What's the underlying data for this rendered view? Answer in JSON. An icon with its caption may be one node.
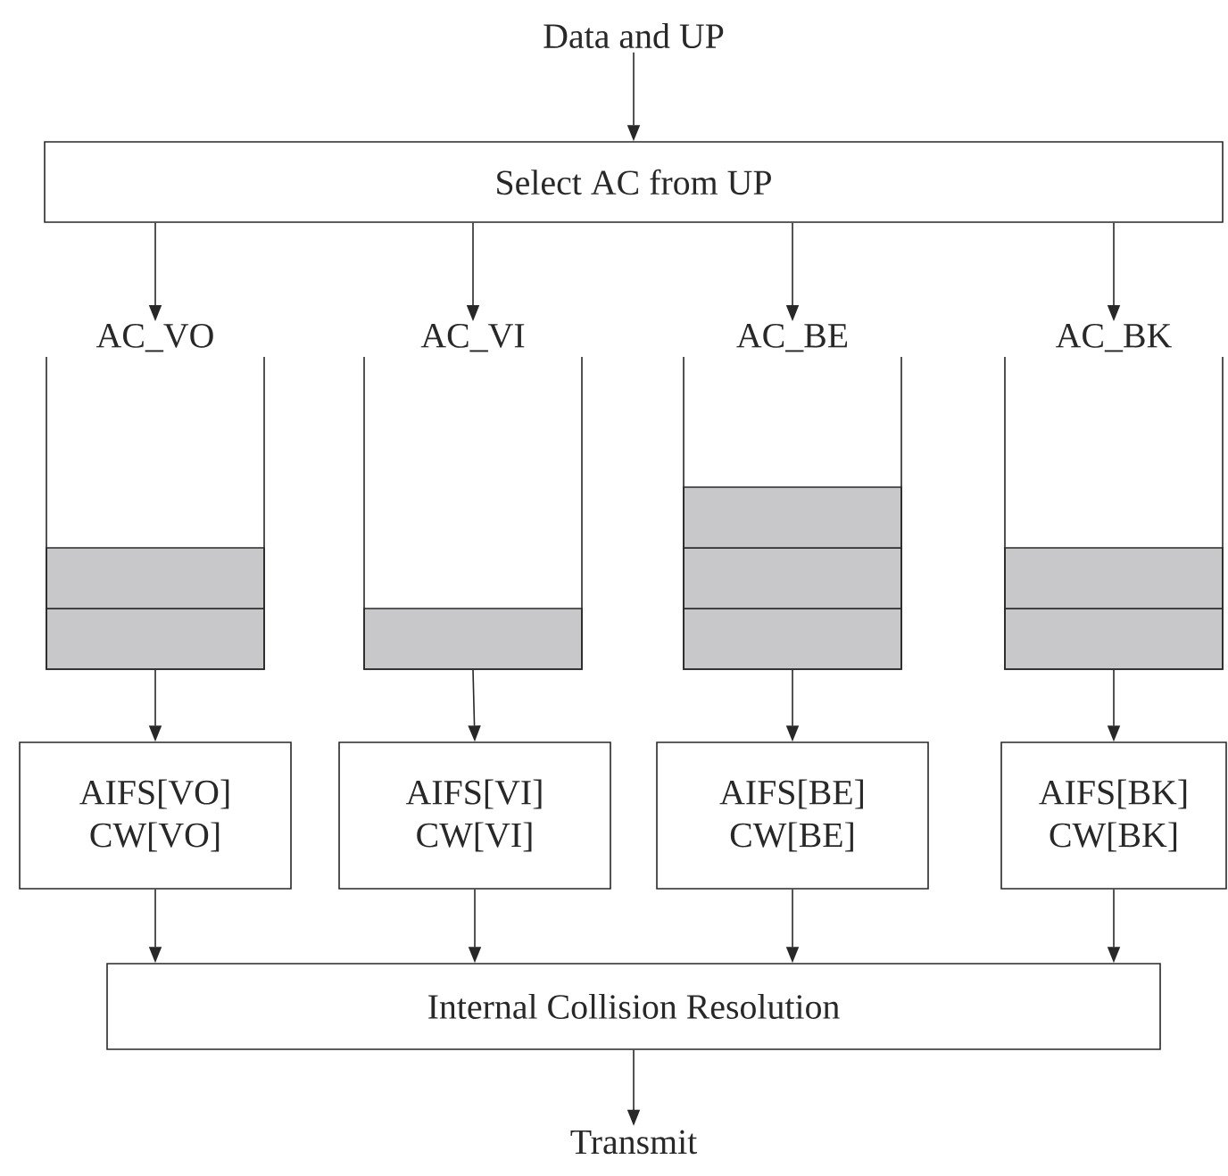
{
  "diagram": {
    "nodes": [
      {
        "text": [
          "Data and UP"
        ]
      },
      {
        "text": [
          "Select AC from UP"
        ]
      },
      {
        "text": [
          "AC_VO"
        ]
      },
      {
        "text": [
          "AC_VI"
        ]
      },
      {
        "text": [
          "AC_BE"
        ]
      },
      {
        "text": [
          "AC_BK"
        ]
      },
      {
        "text": [
          "AIFS[VO]",
          "CW[VO]"
        ]
      },
      {
        "text": [
          "AIFS[VI]",
          "CW[VI]"
        ]
      },
      {
        "text": [
          "AIFS[BE]",
          "CW[BE]"
        ]
      },
      {
        "text": [
          "AIFS[BK]",
          "CW[BK]"
        ]
      },
      {
        "text": [
          "Internal Collision Resolution"
        ]
      },
      {
        "text": [
          "Transmit"
        ]
      }
    ],
    "edges": [
      {
        "from": 0,
        "to": 1,
        "arrow": "to"
      },
      {
        "from": 1,
        "to": 2,
        "arrow": "to"
      },
      {
        "from": 1,
        "to": 3,
        "arrow": "to"
      },
      {
        "from": 1,
        "to": 4,
        "arrow": "to"
      },
      {
        "from": 1,
        "to": 5,
        "arrow": "to"
      },
      {
        "from": 2,
        "to": 6,
        "arrow": "to"
      },
      {
        "from": 3,
        "to": 7,
        "arrow": "to"
      },
      {
        "from": 4,
        "to": 8,
        "arrow": "to"
      },
      {
        "from": 5,
        "to": 9,
        "arrow": "to"
      },
      {
        "from": 6,
        "to": 10,
        "arrow": "to"
      },
      {
        "from": 7,
        "to": 10,
        "arrow": "to"
      },
      {
        "from": 8,
        "to": 10,
        "arrow": "to"
      },
      {
        "from": 9,
        "to": 10,
        "arrow": "to"
      },
      {
        "from": 10,
        "to": 11,
        "arrow": "to"
      }
    ]
  }
}
